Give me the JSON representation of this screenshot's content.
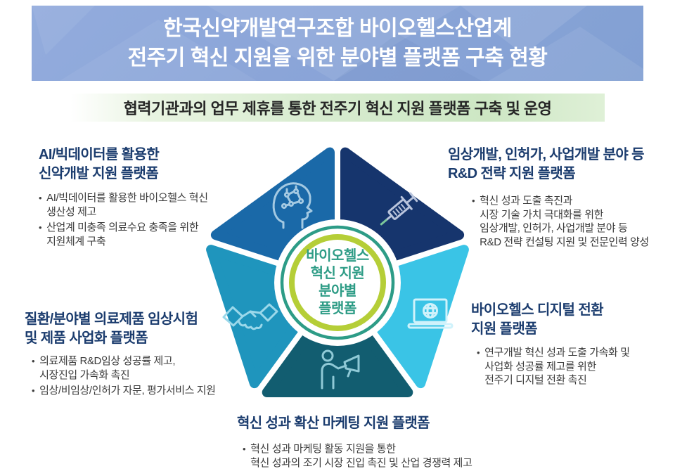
{
  "header": {
    "title_line1": "한국신약개발연구조합 바이오헬스산업계",
    "title_line2": "전주기 혁신 지원을 위한 분야별 플랫폼 구축 현황"
  },
  "subtitle": {
    "text": "협력기관과의 업무 제휴를 통한 전주기 혁신 지원 플랫폼 구축 및 운영"
  },
  "center": {
    "label": "바이오헬스\n혁신 지원\n분야별\n플랫폼"
  },
  "platforms": [
    {
      "id": "ai",
      "title": "AI/빅데이터를 활용한\n신약개발 지원 플랫폼",
      "bullets": [
        "AI/빅데이터를 활용한 바이오헬스 혁신\n생산성 제고",
        "산업계 미충족 의료수요 충족을 위한\n지원체계 구축"
      ],
      "icon": "brain-circuit-icon",
      "color": "#1A69A8"
    },
    {
      "id": "rnd",
      "title": "임상개발, 인허가, 사업개발 분야 등\nR&D 전략 지원 플랫폼",
      "bullets": [
        "혁신 성과 도출 촉진과\n시장 기술 가치 극대화를 위한\n임상개발, 인허가, 사업개발 분야 등\nR&D 전략 컨설팅 지원 및 전문인력 양성"
      ],
      "icon": "syringe-icon",
      "color": "#16356D"
    },
    {
      "id": "clinical",
      "title": "질환/분야별 의료제품 임상시험\n및 제품 사업화 플랫폼",
      "bullets": [
        "의료제품 R&D임상 성공률 제고,\n시장진입 가속화 촉진",
        "임상/비임상/인허가 자문, 평가서비스 지원"
      ],
      "icon": "handshake-icon",
      "color": "#1F95BD"
    },
    {
      "id": "digital",
      "title": "바이오헬스 디지털 전환\n지원 플랫폼",
      "bullets": [
        "연구개발 혁신 성과 도출 가속화 및\n사업화 성공률 제고를 위한\n전주기 디지털 전환 촉진"
      ],
      "icon": "laptop-globe-icon",
      "color": "#3AC4E6"
    },
    {
      "id": "marketing",
      "title": "혁신 성과 확산 마케팅 지원 플랫폼",
      "bullets": [
        "혁신 성과 마케팅 활동 지원을 통한\n혁신 성과의 조기 시장 진입 촉진 및 산업 경쟁력 제고"
      ],
      "icon": "megaphone-person-icon",
      "color": "#125D70"
    }
  ],
  "colors": {
    "header_bg": "#8BA5D8",
    "header_text": "#FFFFFF",
    "subtitle_bg": "#D8ECD0",
    "subtitle_text": "#262626",
    "block_title": "#1B3C6E",
    "bullet_text": "#3C3C3C",
    "outer_ring": "#2D9C87",
    "inner_ring": "#B5CE37",
    "center_text": "#2E9C86"
  }
}
